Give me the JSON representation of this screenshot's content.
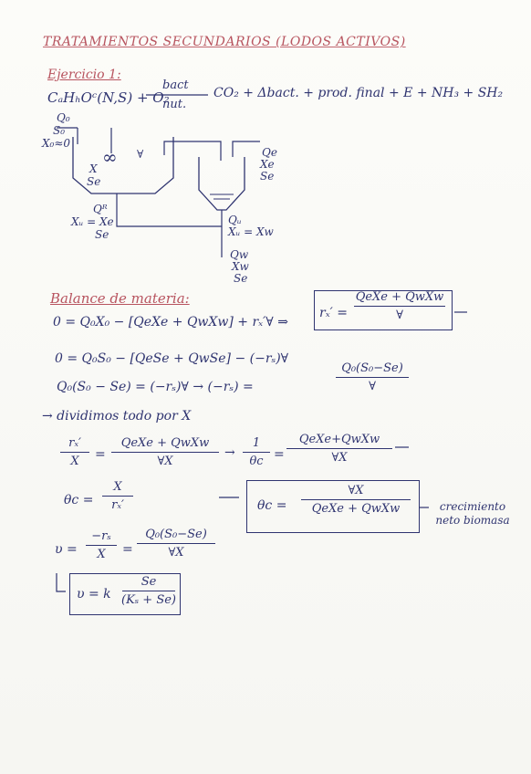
{
  "title": "TRATAMIENTOS SECUNDARIOS (LODOS ACTIVOS)",
  "exercise": "Ejercicio 1:",
  "reaction": {
    "left": "CₐHₕOᶜ(N,S) + O₂",
    "arrow_top": "bact",
    "arrow_bottom": "nut.",
    "right": "CO₂ + Δbact. + prod. final + E + NH₃ + SH₂"
  },
  "diagram": {
    "inlet": [
      "Q₀",
      "S₀",
      "X₀≈0"
    ],
    "reactor_inside": [
      "X",
      "Se"
    ],
    "mixer_symbol": "∞",
    "volume_symbol": "∀",
    "effluent": [
      "Qe",
      "Xe",
      "Se"
    ],
    "recycle": [
      "Qᴿ",
      "Xᵤ = Xe",
      "Se"
    ],
    "underflow": [
      "Qᵤ",
      "Xᵤ = Xw"
    ],
    "waste": [
      "Qw",
      "Xw",
      "Se"
    ]
  },
  "balance_title": "Balance de materia:",
  "eq1": {
    "text": "0 = Q₀X₀ − [QeXe + QwXw] + rₓ′∀ ⇒",
    "box_lhs": "rₓ′ =",
    "box_num": "QeXe + QwXw",
    "box_den": "∀"
  },
  "eq2": "0 = Q₀S₀ − [QeSe + QwSe] − (−rₛ)∀",
  "eq3": {
    "text": "Q₀(S₀ − Se) = (−rₛ)∀ → (−rₛ) =",
    "num": "Q₀(S₀−Se)",
    "den": "∀"
  },
  "divide_line": "→ dividimos todo por X",
  "eq4": {
    "lhs_num": "rₓ′",
    "lhs_den": "X",
    "mid_num": "QeXe + QwXw",
    "mid_den": "∀X",
    "res_num": "1",
    "res_den": "θc",
    "rhs_num": "QeXe+QwXw",
    "rhs_den": "∀X"
  },
  "eq5": {
    "lhs": "θc =",
    "num": "X",
    "den": "rₓ′",
    "box_lhs": "θc =",
    "box_num": "∀X",
    "box_den": "QeXe + QwXw",
    "note": "crecimiento neto biomasa"
  },
  "eq6": {
    "lhs": "υ =",
    "num1": "−rₛ",
    "den1": "X",
    "num2": "Q₀(S₀−Se)",
    "den2": "∀X"
  },
  "eq7": {
    "lhs": "υ = k",
    "num": "Se",
    "den": "(Kₛ + Se)"
  }
}
